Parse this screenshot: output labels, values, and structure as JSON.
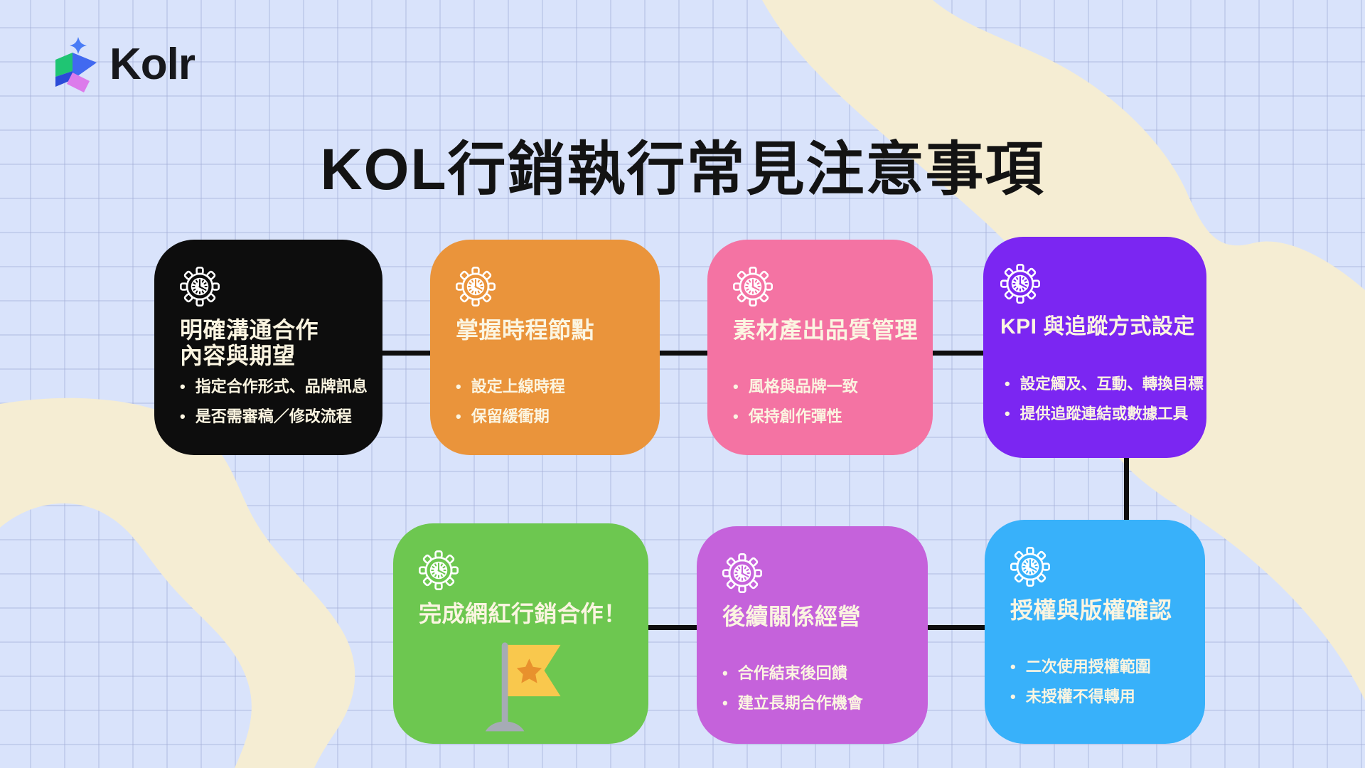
{
  "header": {
    "brand": "Kolr",
    "title": "KOL行銷執行常見注意事項"
  },
  "colors": {
    "background": "#D9E3FB",
    "grid_line": "#C9D2EE",
    "ribbon_cream": "#F5EDD3",
    "connector": "#0E0E0E",
    "heading_text": "#131313",
    "card_text": "#FBF5E1",
    "flag_yellow": "#F9C84D",
    "flag_star_orange": "#E8912D",
    "flag_pole_gray": "#A6ABB5"
  },
  "cards": [
    {
      "title_lines": [
        "明確溝通合作",
        "內容與期望"
      ],
      "color": "#0D0D0D",
      "bullets": [
        "指定合作形式、品牌訊息",
        "是否需審稿／修改流程"
      ]
    },
    {
      "title_lines": [
        "掌握時程節點"
      ],
      "color": "#EA943B",
      "bullets": [
        "設定上線時程",
        "保留緩衝期"
      ]
    },
    {
      "title_lines": [
        "素材產出品質管理"
      ],
      "color": "#F473A3",
      "bullets": [
        "風格與品牌一致",
        "保持創作彈性"
      ]
    },
    {
      "title_lines": [
        "KPI 與追蹤方式設定"
      ],
      "color": "#7B26F2",
      "bullets": [
        "設定觸及、互動、轉換目標",
        "提供追蹤連結或數據工具"
      ]
    },
    {
      "title_lines": [
        "完成網紅行銷合作！"
      ],
      "color": "#6DC750",
      "bullets": []
    },
    {
      "title_lines": [
        "後續關係經營"
      ],
      "color": "#C562DB",
      "bullets": [
        "合作結束後回饋",
        "建立長期合作機會"
      ]
    },
    {
      "title_lines": [
        "授權與版權確認"
      ],
      "color": "#38B1FA",
      "bullets": [
        "二次使用授權範圍",
        "未授權不得轉用"
      ]
    }
  ]
}
